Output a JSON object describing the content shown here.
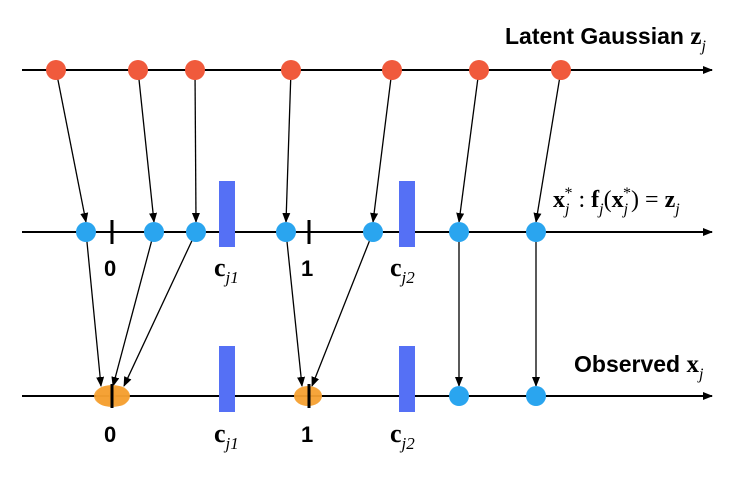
{
  "labels": {
    "top_prefix": "Latent Gaussian ",
    "top_var": "z",
    "top_sub": "j",
    "mid_equation": {
      "x": "x",
      "sub1": "j",
      "sup1": "*",
      "colon": " : ",
      "f": "f",
      "sub2": "j",
      "open": "(",
      "x2": "x",
      "sub3": "j",
      "sup2": "*",
      "close": ")",
      "eq": " = ",
      "z": "z",
      "sub4": "j"
    },
    "bottom_prefix": "Observed ",
    "bottom_var": "x",
    "bottom_sub": "j",
    "tick_zero": "0",
    "tick_one": "1",
    "cut_var": "c",
    "cut1_sub": "j1",
    "cut2_sub": "j2"
  },
  "colors": {
    "latent_point": "#f05a3c",
    "star_point": "#2aa5ef",
    "observed_collapsed": "#f5a030",
    "observed_point": "#2aa5ef",
    "threshold_bar": "#5570f5",
    "line": "#000000"
  }
}
